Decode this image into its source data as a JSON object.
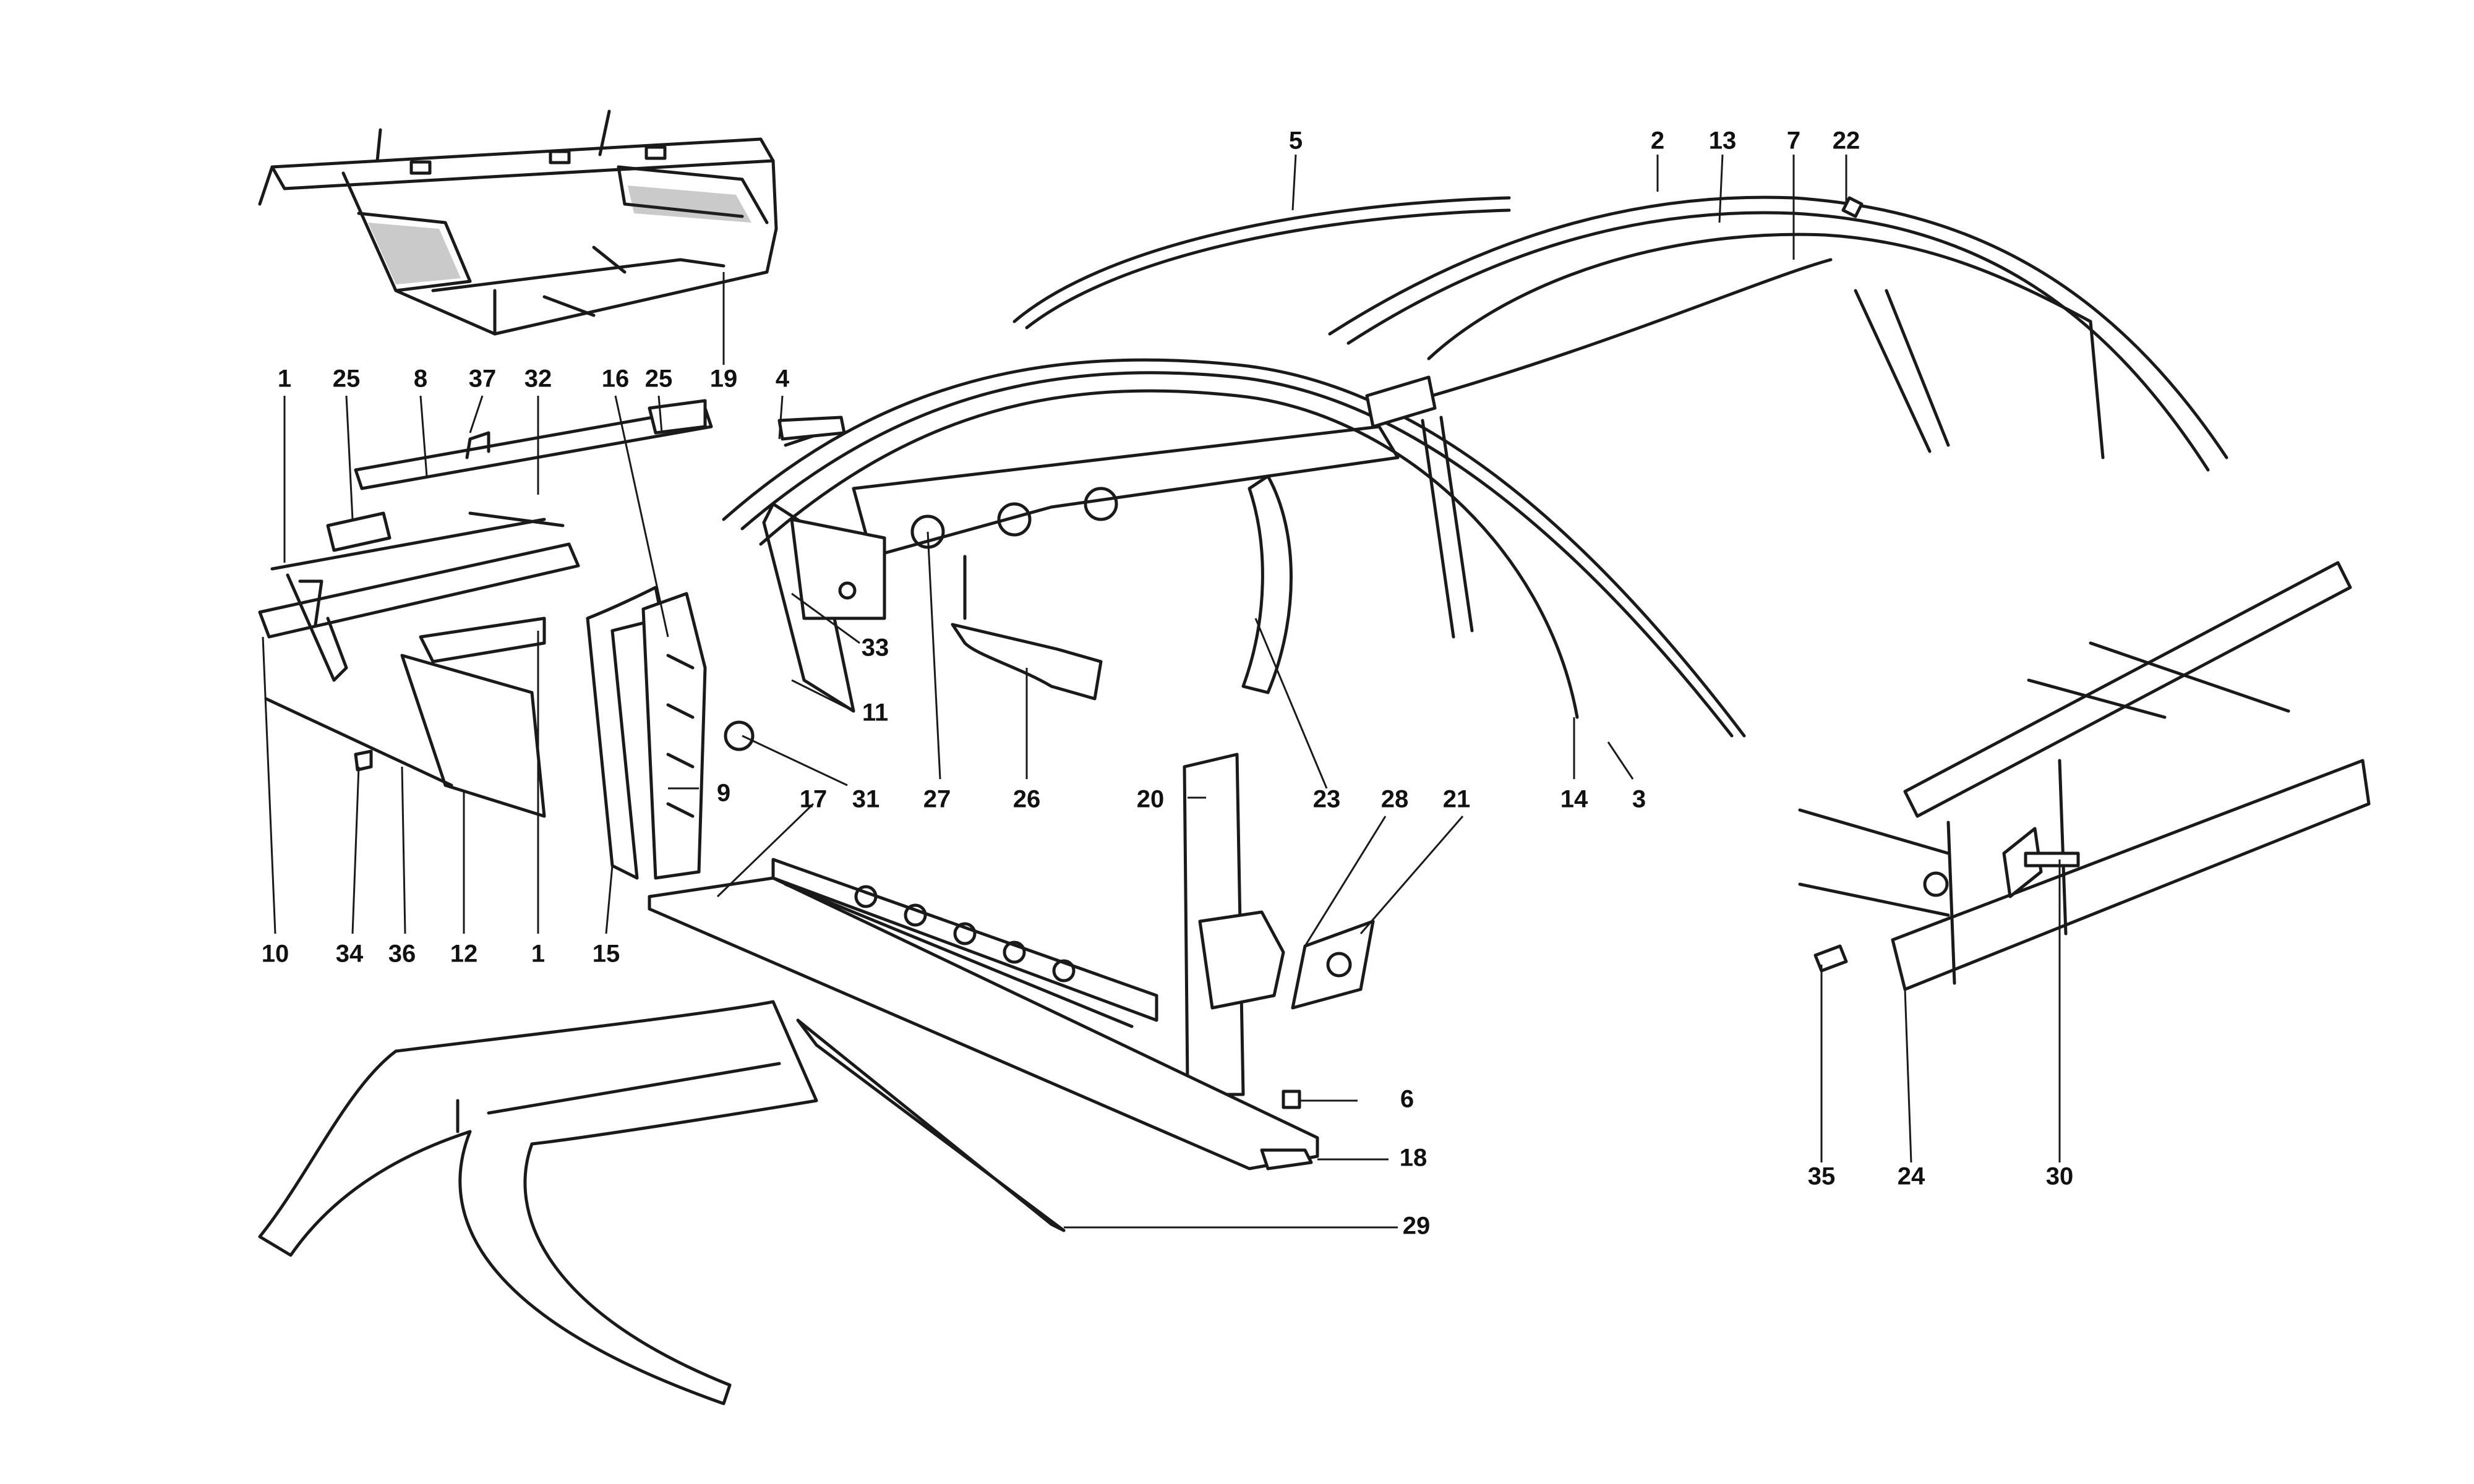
{
  "callouts": [
    {
      "id": "c1a",
      "label": "1"
    },
    {
      "id": "c25a",
      "label": "25"
    },
    {
      "id": "c8",
      "label": "8"
    },
    {
      "id": "c37",
      "label": "37"
    },
    {
      "id": "c32",
      "label": "32"
    },
    {
      "id": "c16",
      "label": "16"
    },
    {
      "id": "c25b",
      "label": "25"
    },
    {
      "id": "c19",
      "label": "19"
    },
    {
      "id": "c4",
      "label": "4"
    },
    {
      "id": "c5",
      "label": "5"
    },
    {
      "id": "c2",
      "label": "2"
    },
    {
      "id": "c13",
      "label": "13"
    },
    {
      "id": "c7",
      "label": "7"
    },
    {
      "id": "c22",
      "label": "22"
    },
    {
      "id": "c33",
      "label": "33"
    },
    {
      "id": "c11",
      "label": "11"
    },
    {
      "id": "c9",
      "label": "9"
    },
    {
      "id": "c31",
      "label": "31"
    },
    {
      "id": "c27",
      "label": "27"
    },
    {
      "id": "c26",
      "label": "26"
    },
    {
      "id": "c20",
      "label": "20"
    },
    {
      "id": "c23",
      "label": "23"
    },
    {
      "id": "c28",
      "label": "28"
    },
    {
      "id": "c21",
      "label": "21"
    },
    {
      "id": "c14",
      "label": "14"
    },
    {
      "id": "c3",
      "label": "3"
    },
    {
      "id": "c10",
      "label": "10"
    },
    {
      "id": "c34",
      "label": "34"
    },
    {
      "id": "c36",
      "label": "36"
    },
    {
      "id": "c12",
      "label": "12"
    },
    {
      "id": "c1b",
      "label": "1"
    },
    {
      "id": "c15",
      "label": "15"
    },
    {
      "id": "c17",
      "label": "17"
    },
    {
      "id": "c6",
      "label": "6"
    },
    {
      "id": "c18",
      "label": "18"
    },
    {
      "id": "c29",
      "label": "29"
    },
    {
      "id": "c35",
      "label": "35"
    },
    {
      "id": "c24",
      "label": "24"
    },
    {
      "id": "c30",
      "label": "30"
    }
  ]
}
